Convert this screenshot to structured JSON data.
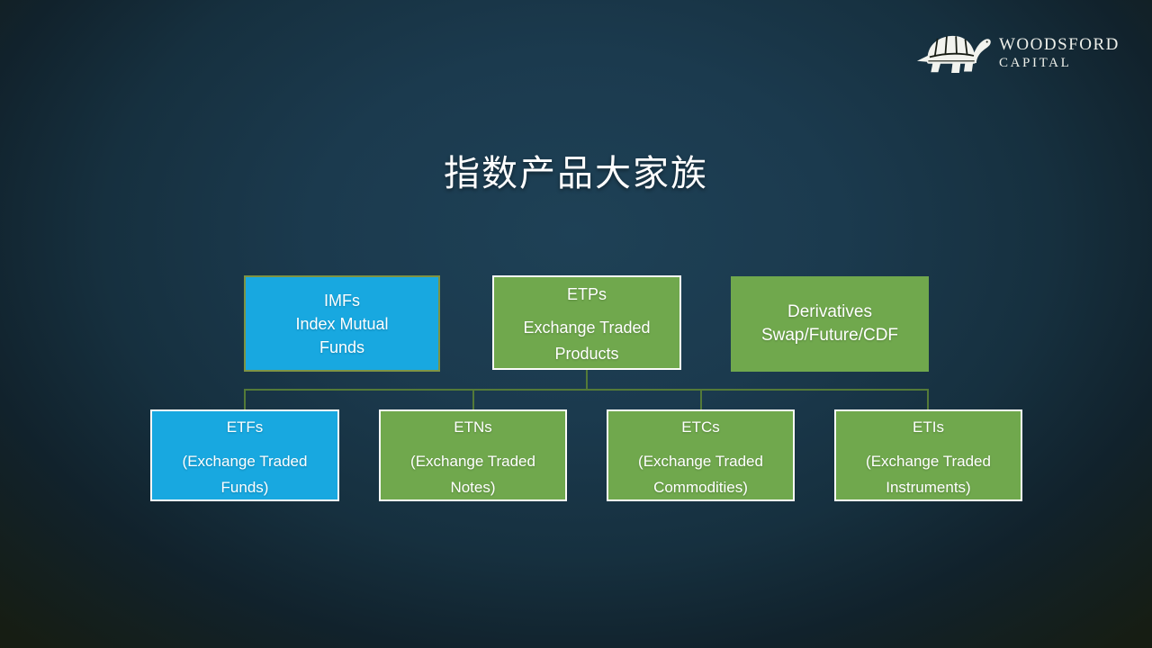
{
  "slide": {
    "title": "指数产品大家族"
  },
  "logo": {
    "icon": "turtle-icon",
    "name_top": "WOODSFORD",
    "name_bottom": "CAPITAL"
  },
  "diagram": {
    "top_row": {
      "imfs": {
        "line1": "IMFs",
        "line2": "Index Mutual",
        "line3": "Funds"
      },
      "etps": {
        "heading": "ETPs",
        "body_line1": "Exchange Traded",
        "body_line2": "Products"
      },
      "derivatives": {
        "line1": "Derivatives",
        "line2": "Swap/Future/CDF"
      }
    },
    "bottom_row": {
      "etfs": {
        "heading": "ETFs",
        "body_line1": "(Exchange Traded",
        "body_line2": "Funds)"
      },
      "etns": {
        "heading": "ETNs",
        "body_line1": "(Exchange Traded",
        "body_line2": "Notes)"
      },
      "etcs": {
        "heading": "ETCs",
        "body_line1": "(Exchange Traded",
        "body_line2": "Commodities)"
      },
      "etis": {
        "heading": "ETIs",
        "body_line1": "(Exchange Traded",
        "body_line2": "Instruments)"
      }
    }
  },
  "colors": {
    "box_blue": "#18A8E0",
    "box_green": "#70A84D",
    "box_border_white": "#FBFBF8",
    "imfs_border_olive": "#7E9444",
    "connector_green": "#547A38",
    "text_white": "#FFFFFF",
    "background_center": "#1B3A4E",
    "background_corner": "#1A1F10"
  }
}
